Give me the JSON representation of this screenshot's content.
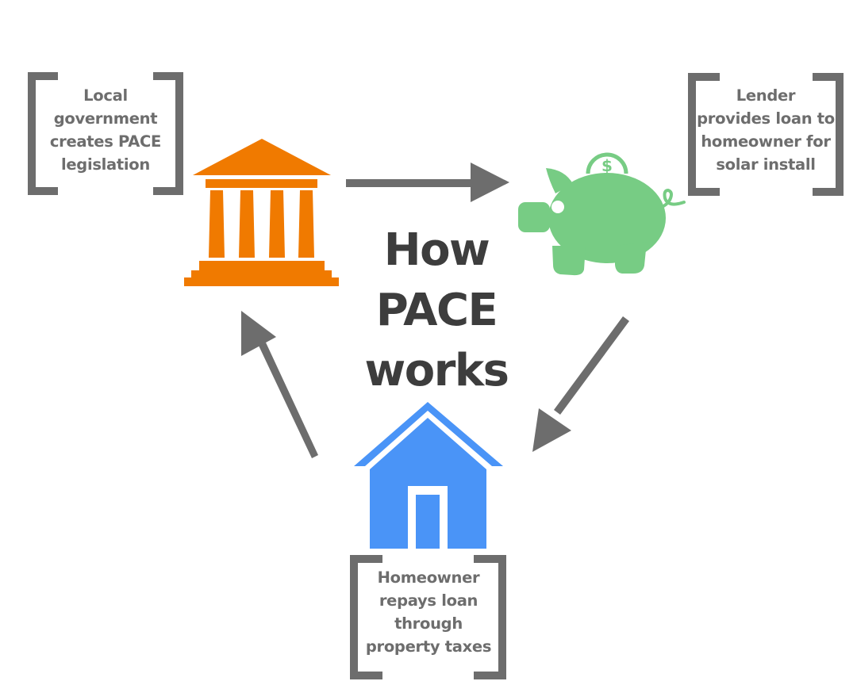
{
  "title": {
    "lines": [
      "How",
      "PACE",
      "works"
    ]
  },
  "steps": [
    {
      "id": "government",
      "icon": "government-building-icon",
      "caption_lines": [
        "Local",
        "government",
        "creates PACE",
        "legislation"
      ]
    },
    {
      "id": "lender",
      "icon": "piggy-bank-icon",
      "caption_lines": [
        "Lender",
        "provides loan to",
        "homeowner for",
        "solar install"
      ]
    },
    {
      "id": "homeowner",
      "icon": "house-icon",
      "caption_lines": [
        "Homeowner",
        "repays loan",
        "through",
        "property taxes"
      ]
    }
  ],
  "flow": [
    {
      "from": "government",
      "to": "lender"
    },
    {
      "from": "lender",
      "to": "homeowner"
    },
    {
      "from": "homeowner",
      "to": "government"
    }
  ],
  "colors": {
    "government": "#f07a00",
    "lender": "#77cc84",
    "homeowner": "#4a94f7",
    "bracket": "#6d6d6d",
    "arrow": "#6d6d6d",
    "caption_text": "#6d6d6d",
    "title_text": "#3d3d3d",
    "background": "#ffffff"
  }
}
